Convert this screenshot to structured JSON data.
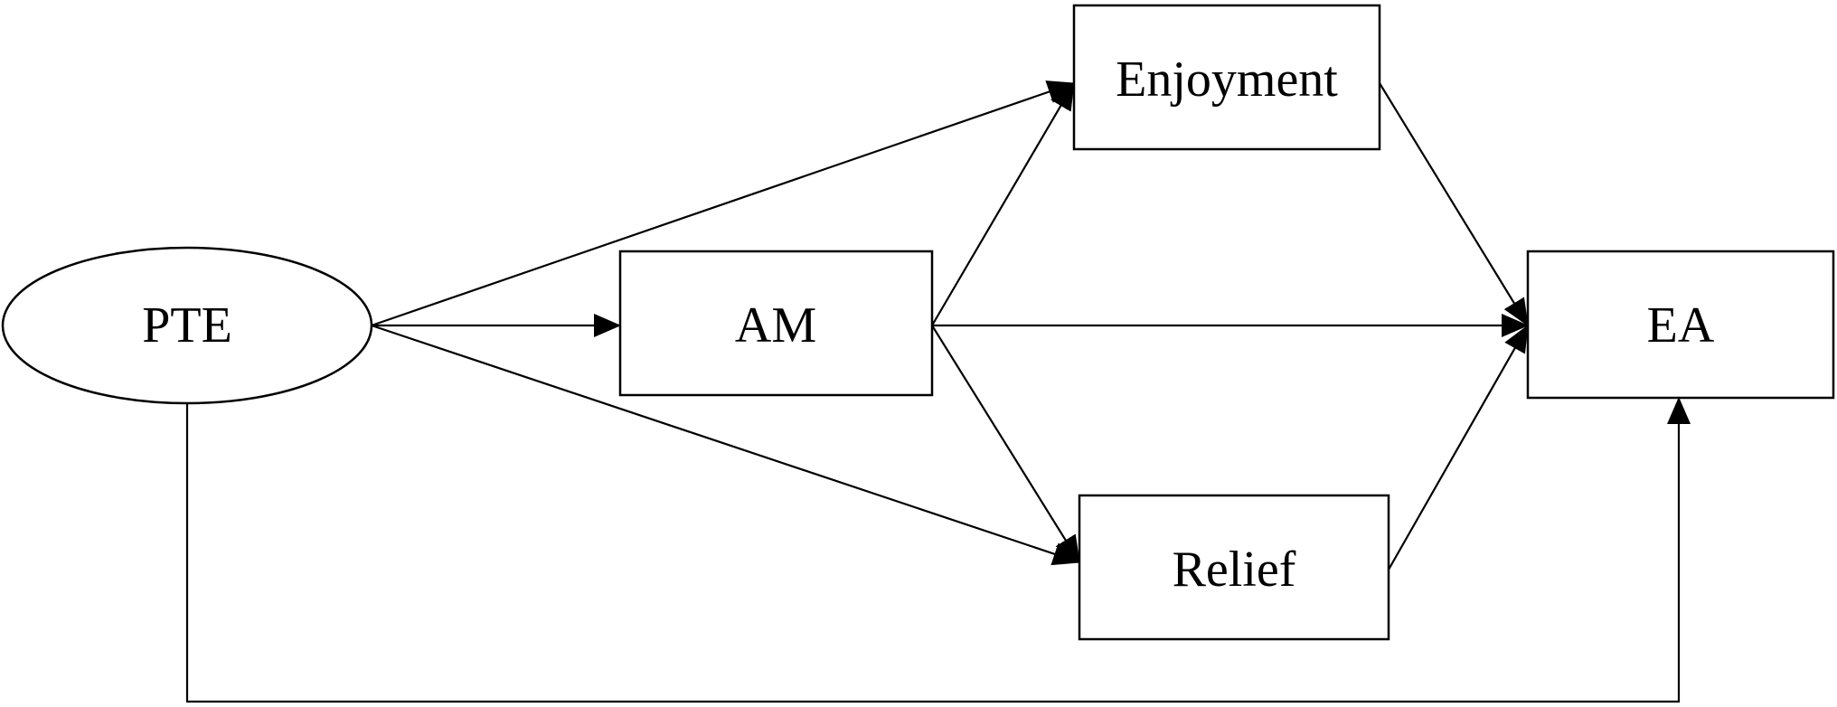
{
  "nodes": {
    "pte": {
      "label": "PTE",
      "shape": "ellipse"
    },
    "am": {
      "label": "AM",
      "shape": "rectangle"
    },
    "enjoyment": {
      "label": "Enjoyment",
      "shape": "rectangle"
    },
    "relief": {
      "label": "Relief",
      "shape": "rectangle"
    },
    "ea": {
      "label": "EA",
      "shape": "rectangle"
    }
  },
  "edges": [
    {
      "from": "PTE",
      "to": "AM"
    },
    {
      "from": "PTE",
      "to": "Enjoyment"
    },
    {
      "from": "PTE",
      "to": "Relief"
    },
    {
      "from": "PTE",
      "to": "EA"
    },
    {
      "from": "AM",
      "to": "Enjoyment"
    },
    {
      "from": "AM",
      "to": "Relief"
    },
    {
      "from": "AM",
      "to": "EA"
    },
    {
      "from": "Enjoyment",
      "to": "EA"
    },
    {
      "from": "Relief",
      "to": "EA"
    }
  ]
}
